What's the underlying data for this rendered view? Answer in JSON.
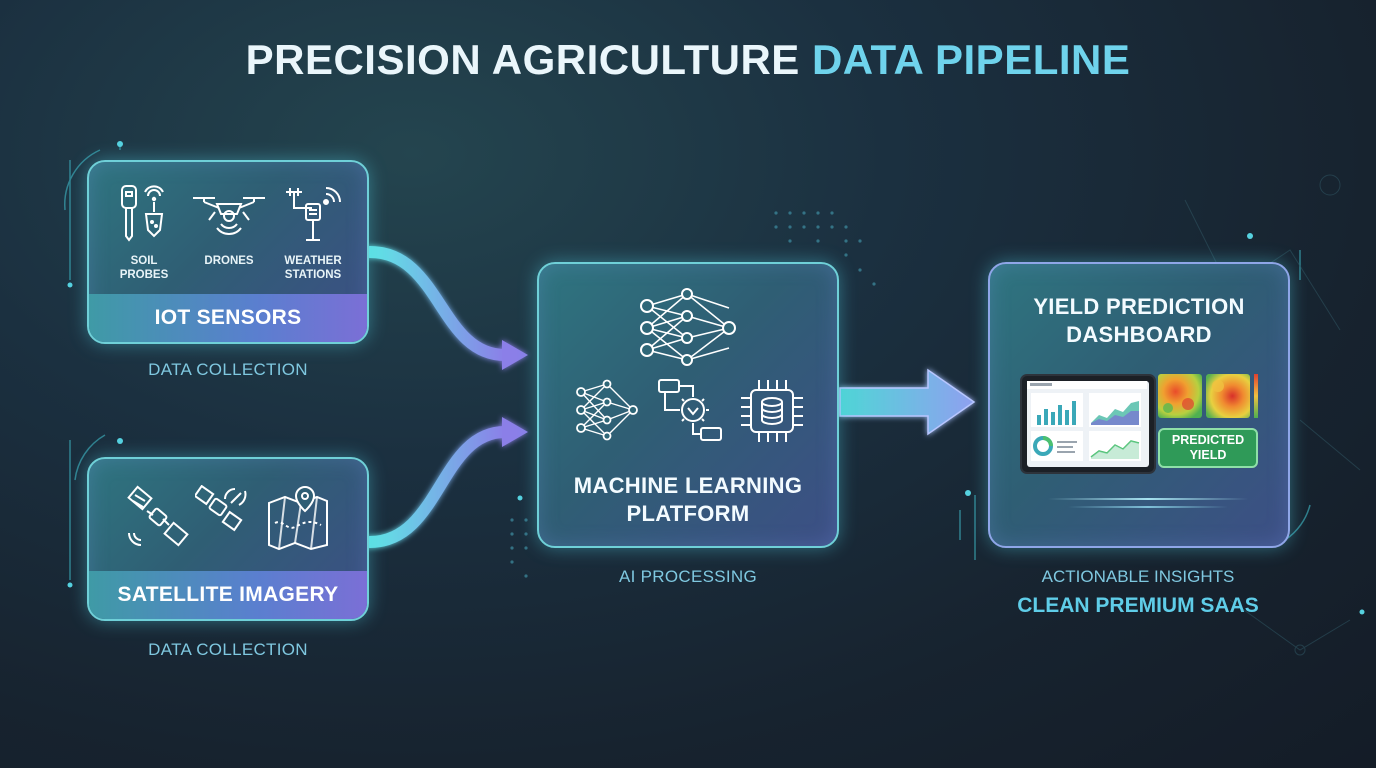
{
  "title": {
    "part1": "PRECISION AGRICULTURE ",
    "part2": "DATA PIPELINE"
  },
  "iot": {
    "banner": "IOT SENSORS",
    "caption": "DATA COLLECTION",
    "items": [
      {
        "label": "SOIL\nPROBES",
        "icon": "soil-probe-icon"
      },
      {
        "label": "DRONES",
        "icon": "drone-icon"
      },
      {
        "label": "WEATHER\nSTATIONS",
        "icon": "weather-station-icon"
      }
    ]
  },
  "satellite": {
    "banner": "SATELLITE IMAGERY",
    "caption": "DATA COLLECTION",
    "icons": [
      "satellite-icon",
      "satellite-dish-icon",
      "map-pin-icon"
    ]
  },
  "ml": {
    "title": "MACHINE LEARNING\nPLATFORM",
    "caption": "AI PROCESSING",
    "icons": [
      "neural-network-icon",
      "neural-network-small-icon",
      "flowchart-gear-icon",
      "database-chip-icon"
    ]
  },
  "yield": {
    "title": "YIELD PREDICTION\nDASHBOARD",
    "badge": "PREDICTED\nYIELD",
    "caption": "ACTIONABLE INSIGHTS",
    "tagline": "CLEAN PREMIUM SAAS",
    "icons": [
      "tablet-dashboard-icon",
      "heatmap-icon"
    ]
  },
  "colors": {
    "accent_cyan": "#6fd3ec",
    "banner_start": "#3f9aa6",
    "banner_end": "#7b6fd6",
    "badge_green": "#2f9a58"
  }
}
